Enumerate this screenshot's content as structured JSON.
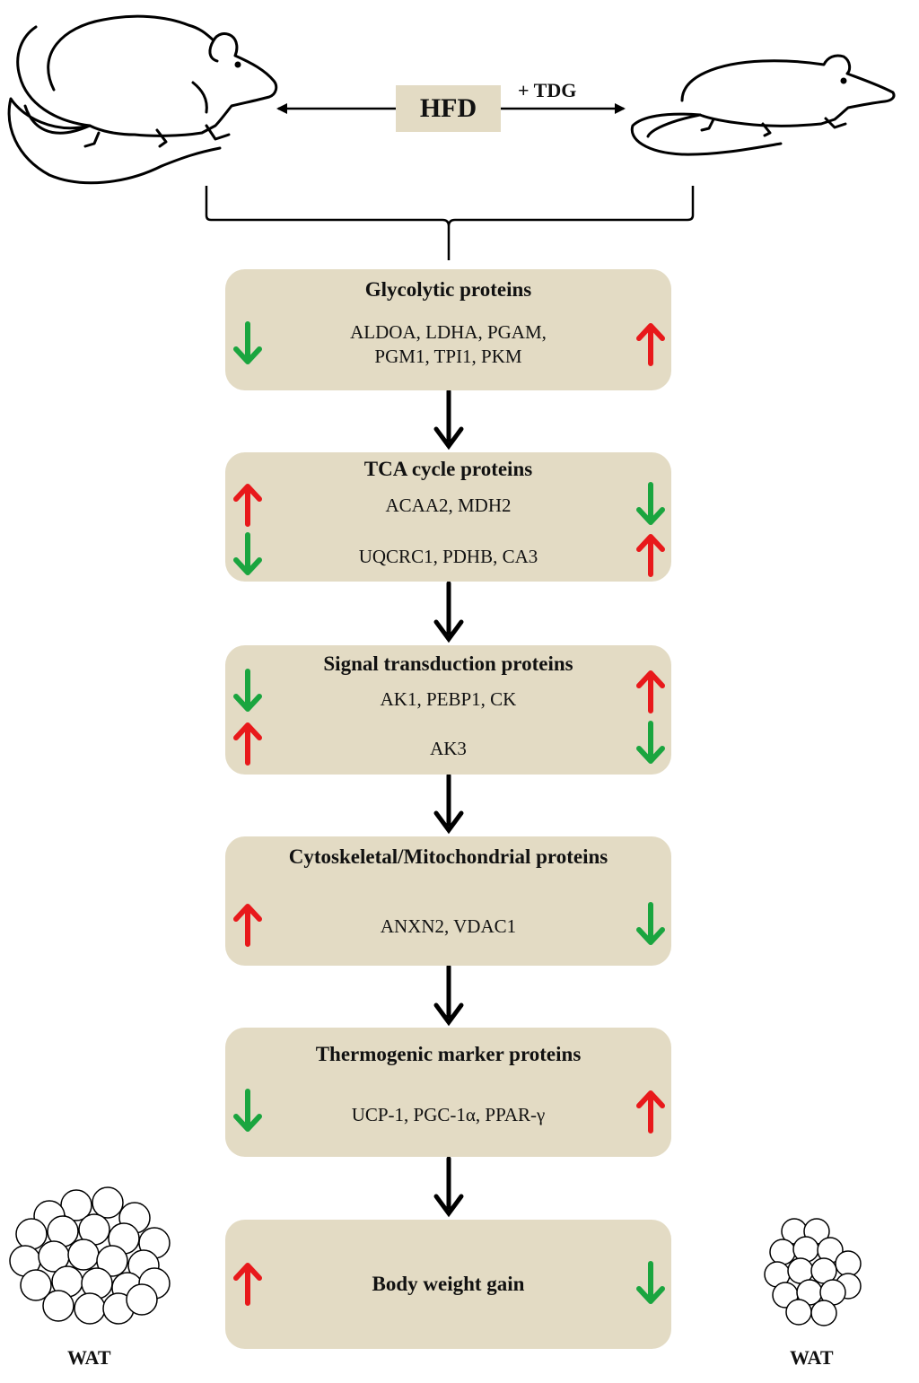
{
  "colors": {
    "box_fill": "#e3dbc4",
    "up_arrow": "#e8191b",
    "down_arrow": "#1aa53f",
    "flow_arrow": "#000000"
  },
  "header": {
    "hfd_label": "HFD",
    "tdg_label": "+ TDG"
  },
  "boxes": [
    {
      "title": "Glycolytic proteins",
      "rows": [
        {
          "text": "ALDOA, LDHA, PGAM,",
          "text2": "PGM1, TPI1,  PKM",
          "left": "down",
          "right": "up"
        }
      ]
    },
    {
      "title": "TCA cycle proteins",
      "rows": [
        {
          "text": "ACAA2, MDH2",
          "left": "up",
          "right": "down"
        },
        {
          "text": "UQCRC1, PDHB, CA3",
          "left": "down",
          "right": "up"
        }
      ]
    },
    {
      "title": "Signal transduction  proteins",
      "rows": [
        {
          "text": "AK1, PEBP1, CK",
          "left": "down",
          "right": "up"
        },
        {
          "text": "AK3",
          "left": "up",
          "right": "down"
        }
      ]
    },
    {
      "title": "Cytoskeletal/Mitochondrial proteins",
      "rows": [
        {
          "text": "ANXN2, VDAC1",
          "left": "up",
          "right": "down"
        }
      ]
    },
    {
      "title": "Thermogenic marker proteins",
      "rows": [
        {
          "text": "UCP-1, PGC-1α, PPAR-γ",
          "left": "down",
          "right": "up"
        }
      ]
    },
    {
      "title": "Body weight gain",
      "rows": [
        {
          "left": "up",
          "right": "down"
        }
      ]
    }
  ],
  "wat": {
    "left_label": "WAT",
    "right_label": "WAT"
  },
  "icons": [
    "mouse-icon",
    "up-arrow-icon",
    "down-arrow-icon",
    "fat-cell-icon"
  ]
}
